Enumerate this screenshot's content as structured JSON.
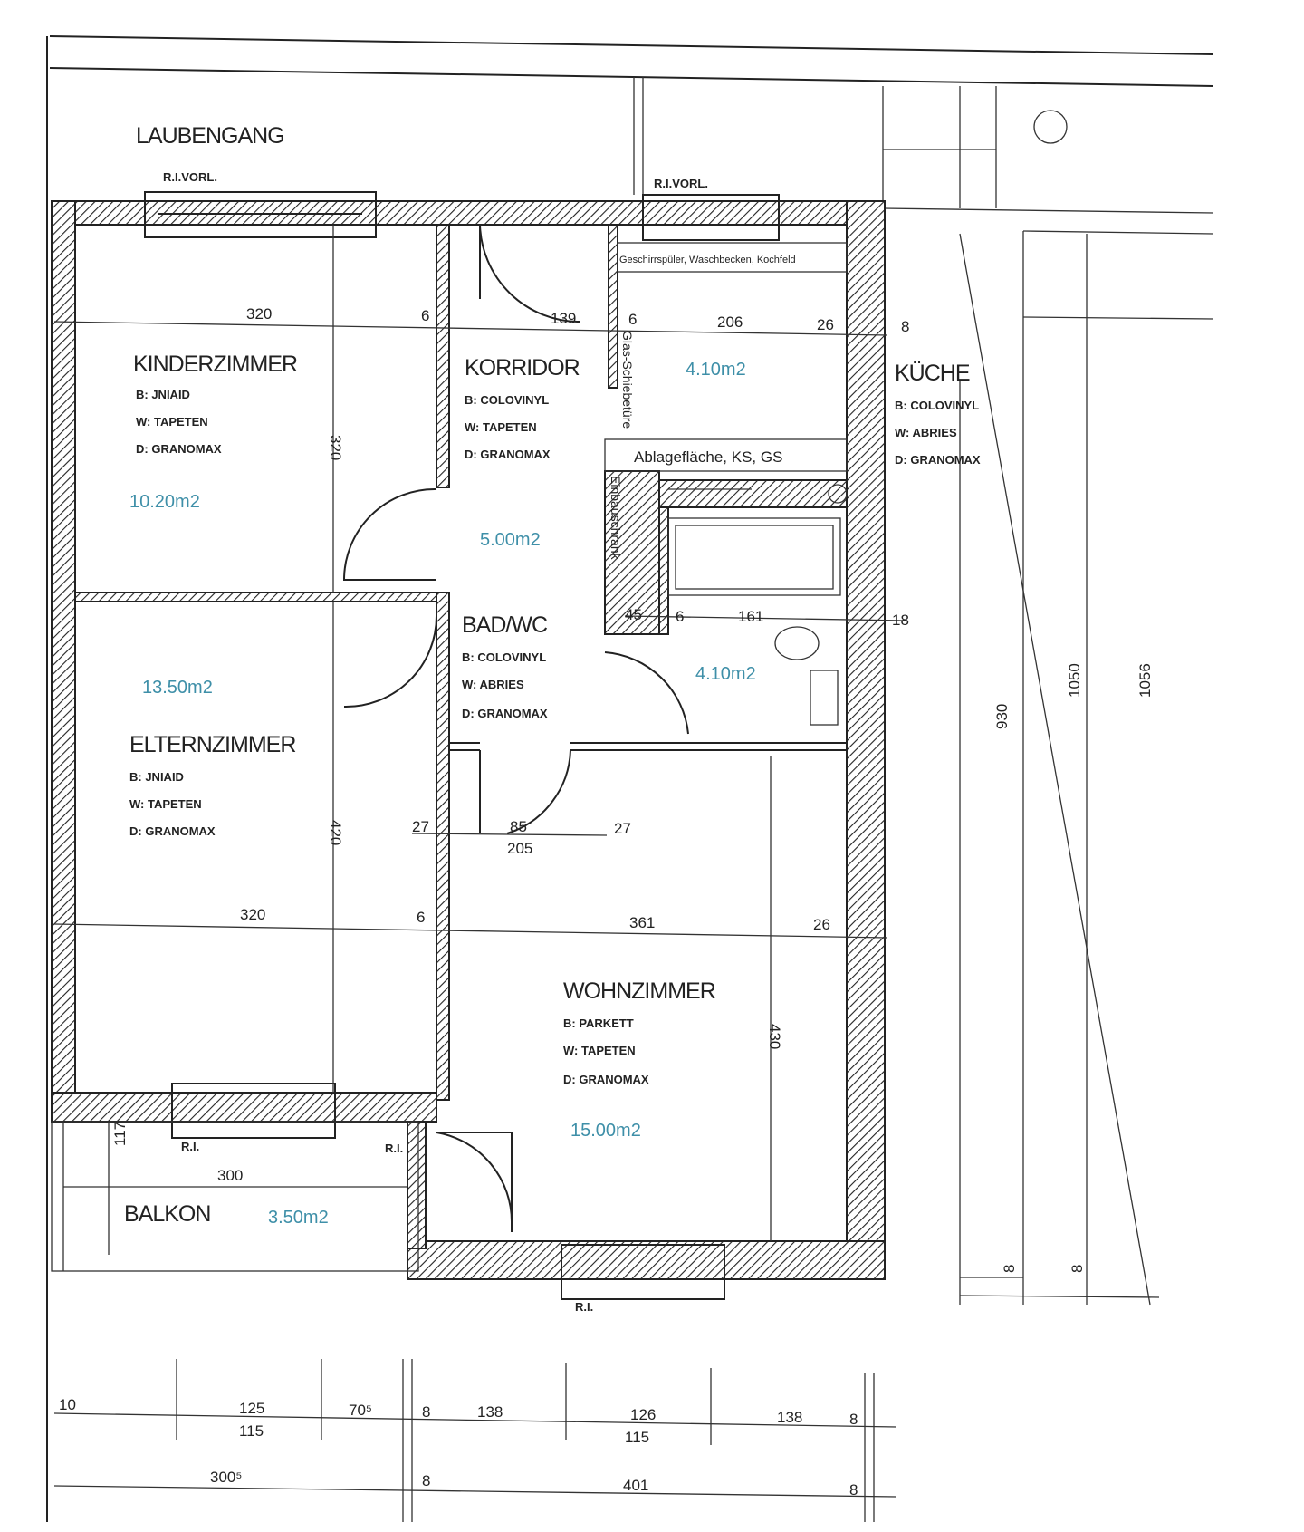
{
  "title": "Grundriss Wohnung",
  "labels": {
    "laubengang": "LAUBENGANG",
    "rivorl_left": "R.I.VORL.",
    "rivorl_right": "R.I.VORL.",
    "kitchen_counter": "Geschirrspüler, Waschbecken, Kochfeld",
    "glass_door": "Glas-Schiebetüre",
    "storage": "Ablagefläche, KS, GS",
    "builtin_closet": "Einbauschrank",
    "ri_bal_left": "R.I.",
    "ri_bal_right": "R.I.",
    "ri_bottom": "R.I."
  },
  "rooms": {
    "kinderzimmer": {
      "name": "KINDERZIMMER",
      "b": "B: JNIAID",
      "w": "W: TAPETEN",
      "d": "D: GRANOMAX",
      "area": "10.20m2"
    },
    "korridor": {
      "name": "KORRIDOR",
      "b": "B: COLOVINYL",
      "w": "W: TAPETEN",
      "d": "D: GRANOMAX",
      "area": "5.00m2"
    },
    "kueche": {
      "name": "KÜCHE",
      "b": "B: COLOVINYL",
      "w": "W: ABRIES",
      "d": "D: GRANOMAX",
      "area": "4.10m2"
    },
    "bad": {
      "name": "BAD/WC",
      "b": "B: COLOVINYL",
      "w": "W: ABRIES",
      "d": "D: GRANOMAX",
      "area": "4.10m2"
    },
    "elternzimmer": {
      "name": "ELTERNZIMMER",
      "b": "B: JNIAID",
      "w": "W: TAPETEN",
      "d": "D: GRANOMAX",
      "area": "13.50m2"
    },
    "wohnzimmer": {
      "name": "WOHNZIMMER",
      "b": "B: PARKETT",
      "w": "W: TAPETEN",
      "d": "D: GRANOMAX",
      "area": "15.00m2"
    },
    "balkon": {
      "name": "BALKON",
      "area": "3.50m2"
    }
  },
  "dims": {
    "top": [
      "320",
      "6",
      "139",
      "6",
      "206",
      "26",
      "8"
    ],
    "kinder_v": "320",
    "bad": [
      "45",
      "6",
      "161",
      "18"
    ],
    "door": [
      "27",
      "85",
      "27",
      "205"
    ],
    "mid": [
      "320",
      "6",
      "361",
      "26"
    ],
    "eltern_v": "420",
    "wohn_v": "430",
    "right_v": [
      "930",
      "1050",
      "1056"
    ],
    "right_bottom": [
      "8",
      "8"
    ],
    "balkon": [
      "117",
      "300"
    ],
    "bottom_row1": [
      "10",
      "125",
      "70⁵",
      "8",
      "138",
      "126",
      "138",
      "8"
    ],
    "bottom_row2": [
      "115",
      "115"
    ],
    "bottom_row3": [
      "300⁵",
      "8",
      "401",
      "8"
    ]
  }
}
